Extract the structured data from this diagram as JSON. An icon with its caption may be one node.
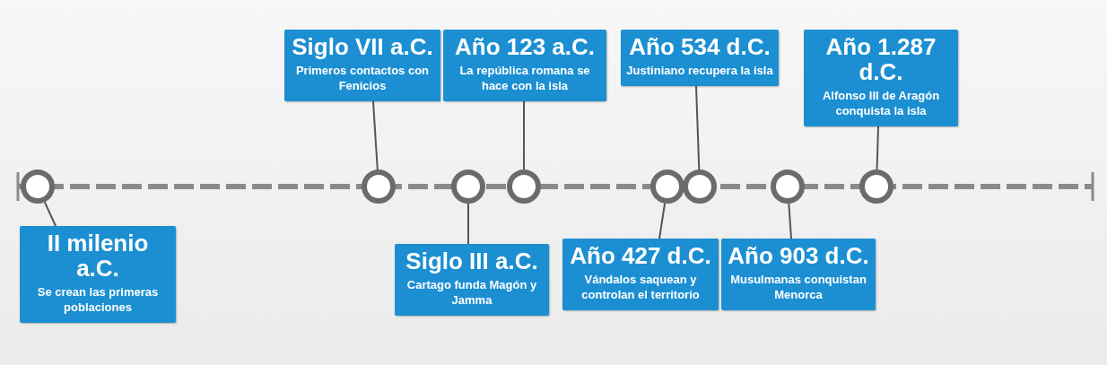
{
  "diagram": {
    "nodes": [
      {
        "text": [
          "II milenio a.C.",
          "Se crean las primeras poblaciones"
        ]
      },
      {
        "text": [
          "Siglo VII a.C.",
          "Primeros contactos con Fenicios"
        ]
      },
      {
        "text": [
          "Siglo III a.C.",
          "Cartago funda Magón y Jamma"
        ]
      },
      {
        "text": [
          "Año 123 a.C.",
          "La república romana se hace con la isla"
        ]
      },
      {
        "text": [
          "Año 427 d.C.",
          "Vándalos saquean y controlan el territorio"
        ]
      },
      {
        "text": [
          "Año 534 d.C.",
          "Justiniano recupera la isla"
        ]
      },
      {
        "text": [
          "Año 903 d.C.",
          "Musulmanas conquistan Menorca"
        ]
      },
      {
        "text": [
          "Año 1.287 d.C.",
          "Alfonso III de Aragón conquista la isla"
        ]
      },
      {
        "text": [],
        "shape": "circle"
      },
      {
        "text": [],
        "shape": "circle"
      },
      {
        "text": [],
        "shape": "circle"
      },
      {
        "text": [],
        "shape": "circle"
      },
      {
        "text": [],
        "shape": "circle"
      },
      {
        "text": [],
        "shape": "circle"
      },
      {
        "text": [],
        "shape": "circle"
      },
      {
        "text": [],
        "shape": "circle"
      }
    ],
    "edges": [
      {
        "from": 0,
        "to": 8,
        "arrow": "none"
      },
      {
        "from": 1,
        "to": 9,
        "arrow": "none"
      },
      {
        "from": 2,
        "to": 10,
        "arrow": "none"
      },
      {
        "from": 3,
        "to": 11,
        "arrow": "none"
      },
      {
        "from": 4,
        "to": 12,
        "arrow": "none"
      },
      {
        "from": 5,
        "to": 13,
        "arrow": "none"
      },
      {
        "from": 6,
        "to": 14,
        "arrow": "none"
      },
      {
        "from": 7,
        "to": 15,
        "arrow": "none"
      }
    ]
  }
}
